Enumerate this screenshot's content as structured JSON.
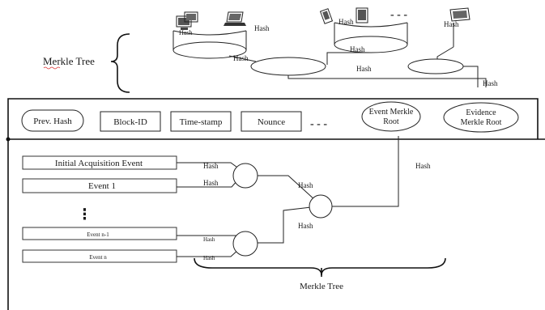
{
  "top_tree": {
    "title": "Merkle Tree",
    "hash_label": "Hash",
    "top_right_hash": "Hash"
  },
  "header_fields": [
    "Prev. Hash",
    "Block-ID",
    "Time-stamp",
    "Nounce"
  ],
  "ellipsis": "- - -",
  "event_root": {
    "line1": "Event Merkle",
    "line2": "Root"
  },
  "evidence_root": {
    "line1": "Evidence",
    "line2": "Merkle Root"
  },
  "events": {
    "initial": "Initial Acquisition Event",
    "event1": "Event 1",
    "event_n_minus_1": "Event n-1",
    "event_n": "Event n",
    "vertical_dots": "⁝"
  },
  "bottom_tree": {
    "title": "Merkle Tree",
    "hash_label": "Hash",
    "root_link_hash": "Hash"
  }
}
